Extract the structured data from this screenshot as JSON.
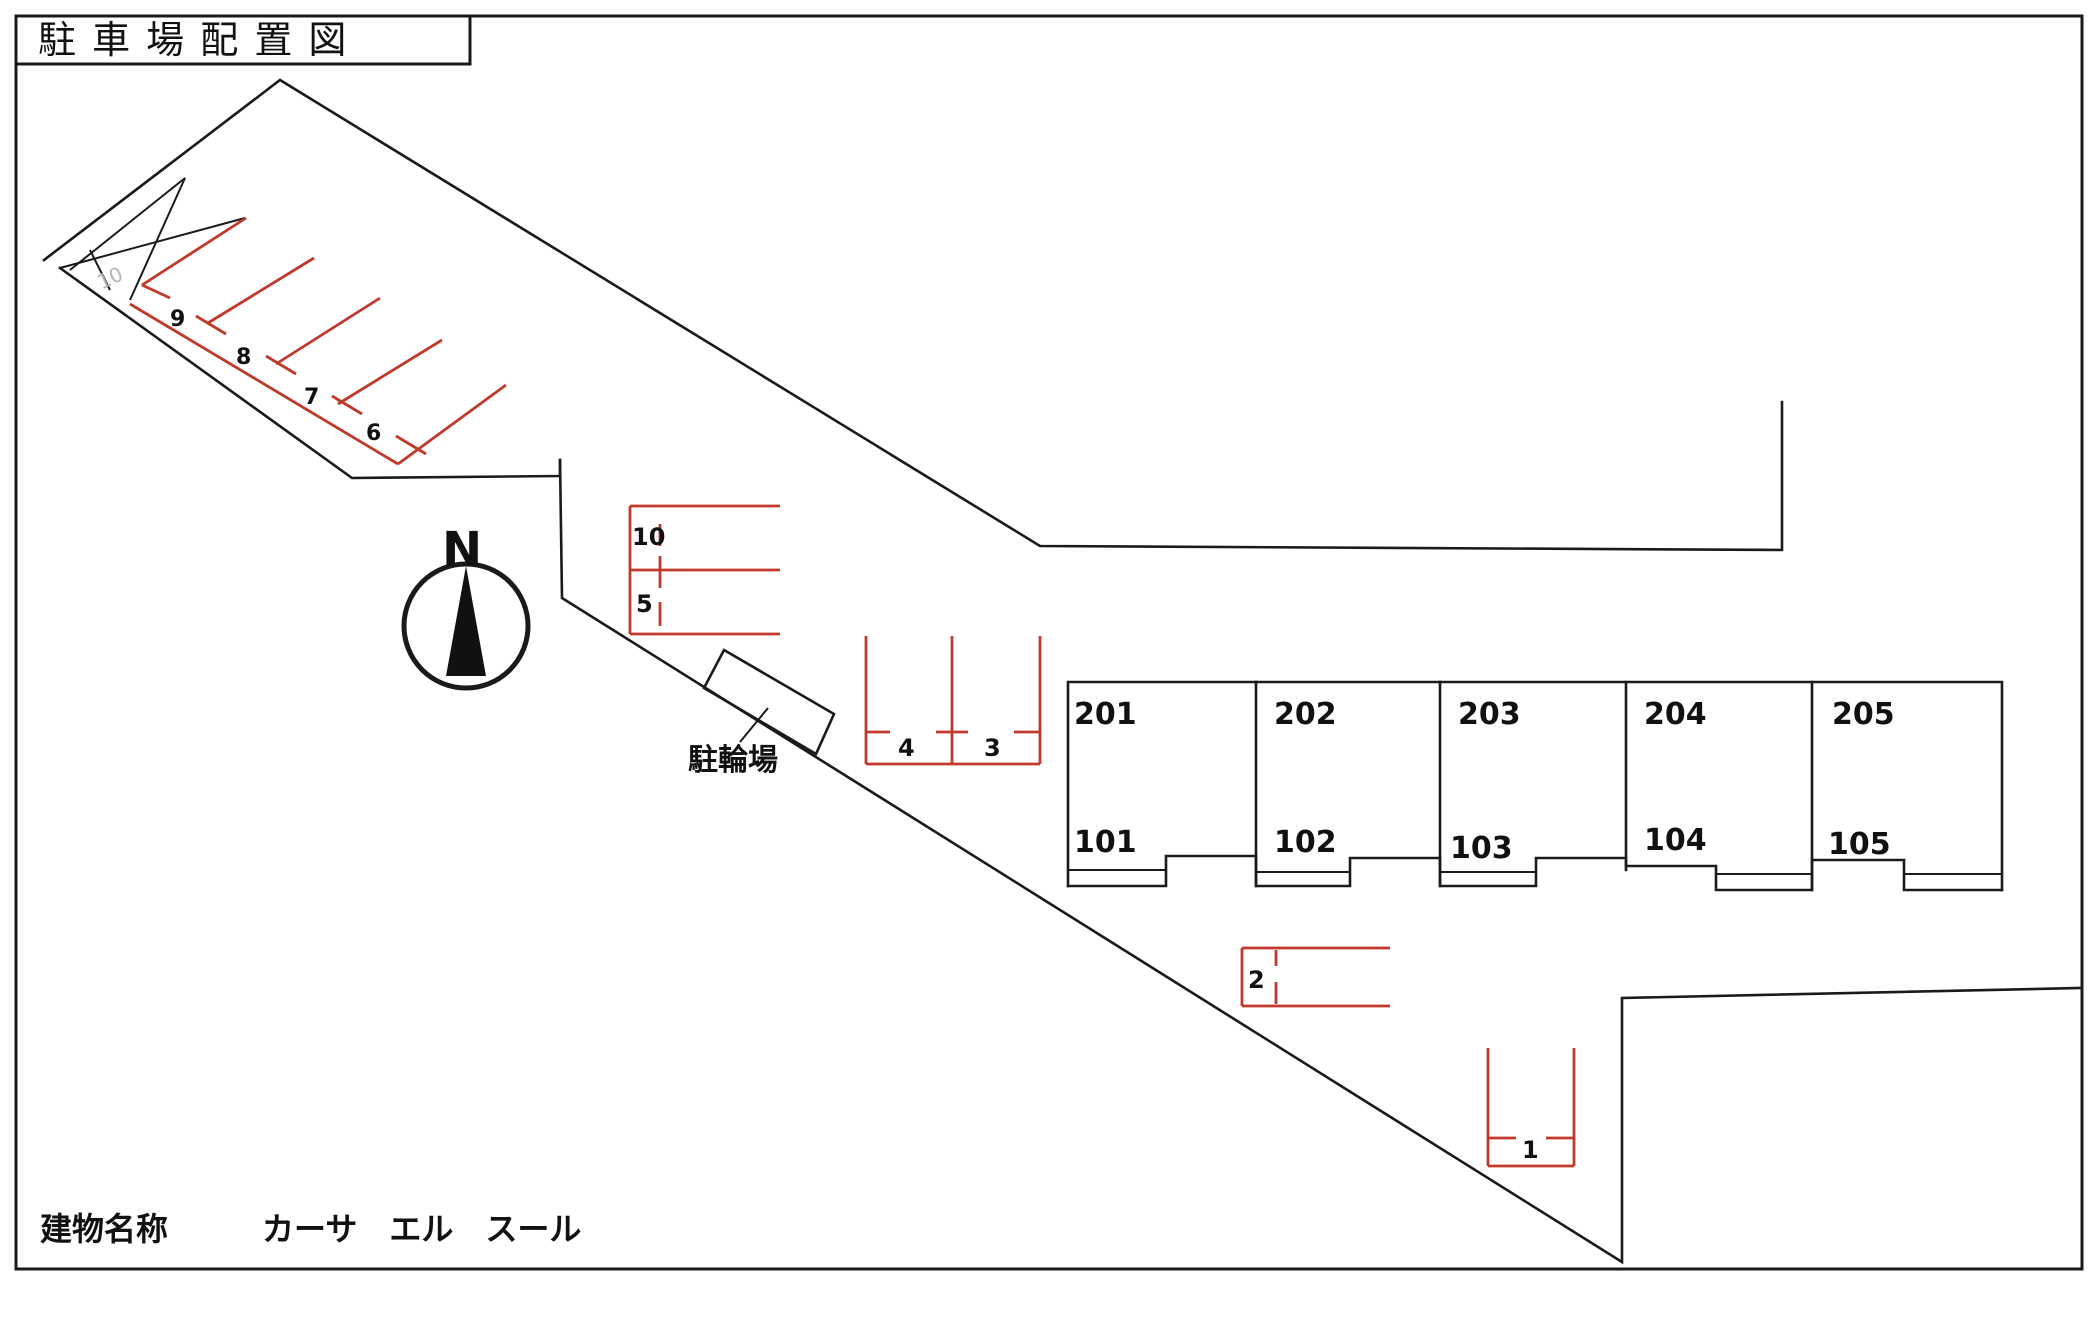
{
  "title": "駐 車 場 配 置 図",
  "building_label": "建物名称",
  "building_name": "カーサ　エル　スール",
  "north": "N",
  "bicycle_parking": "駐輪場",
  "spaces": [
    "1",
    "2",
    "3",
    "4",
    "5",
    "6",
    "7",
    "8",
    "9",
    "10",
    "10"
  ],
  "units_upper": [
    "201",
    "202",
    "203",
    "204",
    "205"
  ],
  "units_lower": [
    "101",
    "102",
    "103",
    "104",
    "105"
  ],
  "colors": {
    "line": "#1a1a1a",
    "parking": "#c0392b",
    "background": "#ffffff"
  }
}
